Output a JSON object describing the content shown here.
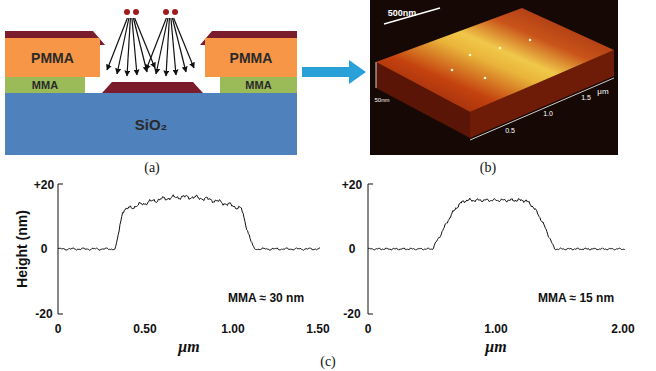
{
  "diagram": {
    "nodes": [
      {
        "text": [
          "PMMA"
        ]
      },
      {
        "text": [
          "PMMA"
        ]
      },
      {
        "text": [
          "MMA"
        ]
      },
      {
        "text": [
          "MMA"
        ]
      },
      {
        "text": [
          "SiO₂"
        ]
      }
    ],
    "labels": [
      "(a)",
      "500nm",
      "50nm",
      "μm",
      "0.5",
      "1.0",
      "1.5",
      "(b)",
      "Height (nm)",
      "+20",
      "0",
      "-20",
      "0",
      "0.50",
      "1.00",
      "1.50",
      "μm",
      "MMA ≈ 30 nm",
      "+20",
      "0",
      "-20",
      "0",
      "1.00",
      "2.00",
      "μm",
      "MMA ≈ 15 nm",
      "(c)"
    ]
  }
}
